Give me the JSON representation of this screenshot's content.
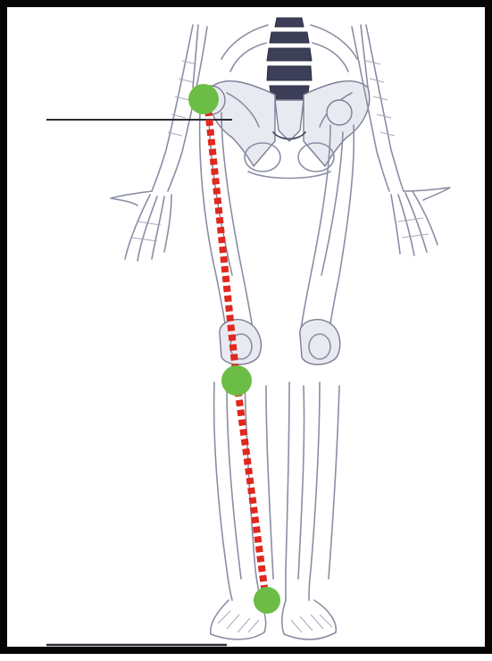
{
  "figure": {
    "subject": "human-skeleton-lower-body-front-view",
    "colors": {
      "frame": "#050505",
      "bone_outline": "#8a8ea3",
      "bone_dark": "#4a4d63",
      "mechanical_axis": "#e0281f",
      "landmark_point": "#6cbd45",
      "reference_line": "#2b2b33"
    },
    "reference_lines": [
      "pelvis-level",
      "floor-level"
    ],
    "landmarks": [
      "hip-center",
      "knee-center",
      "ankle-center"
    ],
    "axis_style": "dashed"
  }
}
